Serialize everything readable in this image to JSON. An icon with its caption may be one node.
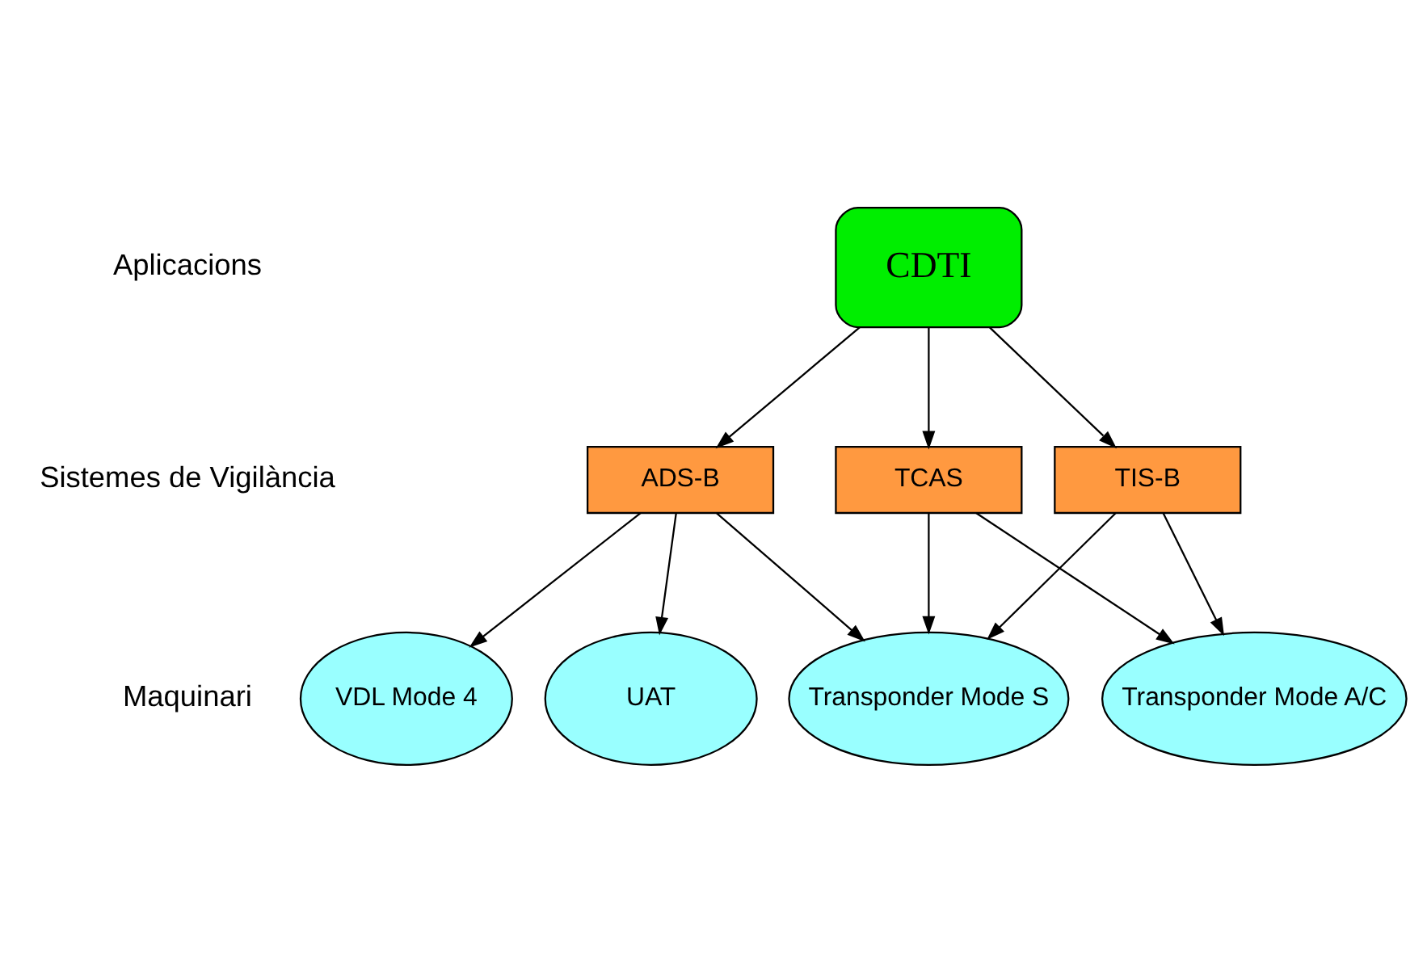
{
  "diagram": {
    "nodes": [
      {
        "text": [
          "CDTI"
        ]
      },
      {
        "text": [
          "ADS-B"
        ]
      },
      {
        "text": [
          "TIS-B"
        ]
      },
      {
        "text": [
          "TCAS"
        ]
      },
      {
        "text": [
          "VDL Mode 4"
        ]
      },
      {
        "text": [
          "UAT"
        ]
      },
      {
        "text": [
          "Transponder Mode S"
        ]
      },
      {
        "text": [
          "Transponder Mode A/C"
        ]
      }
    ],
    "edges": [
      {
        "from": 0,
        "to": 1,
        "arrow": "to"
      },
      {
        "from": 0,
        "to": 2,
        "arrow": "to"
      },
      {
        "from": 0,
        "to": 3,
        "arrow": "to"
      },
      {
        "from": 1,
        "to": 4,
        "arrow": "to"
      },
      {
        "from": 1,
        "to": 5,
        "arrow": "to"
      },
      {
        "from": 1,
        "to": 6,
        "arrow": "to"
      },
      {
        "from": 2,
        "to": 6,
        "arrow": "to"
      },
      {
        "from": 2,
        "to": 7,
        "arrow": "to"
      },
      {
        "from": 3,
        "to": 6,
        "arrow": "to"
      },
      {
        "from": 3,
        "to": 7,
        "arrow": "to"
      }
    ],
    "labels": [
      "Aplicacions",
      "Sistemes de Vigilància",
      "Maquinari"
    ]
  }
}
